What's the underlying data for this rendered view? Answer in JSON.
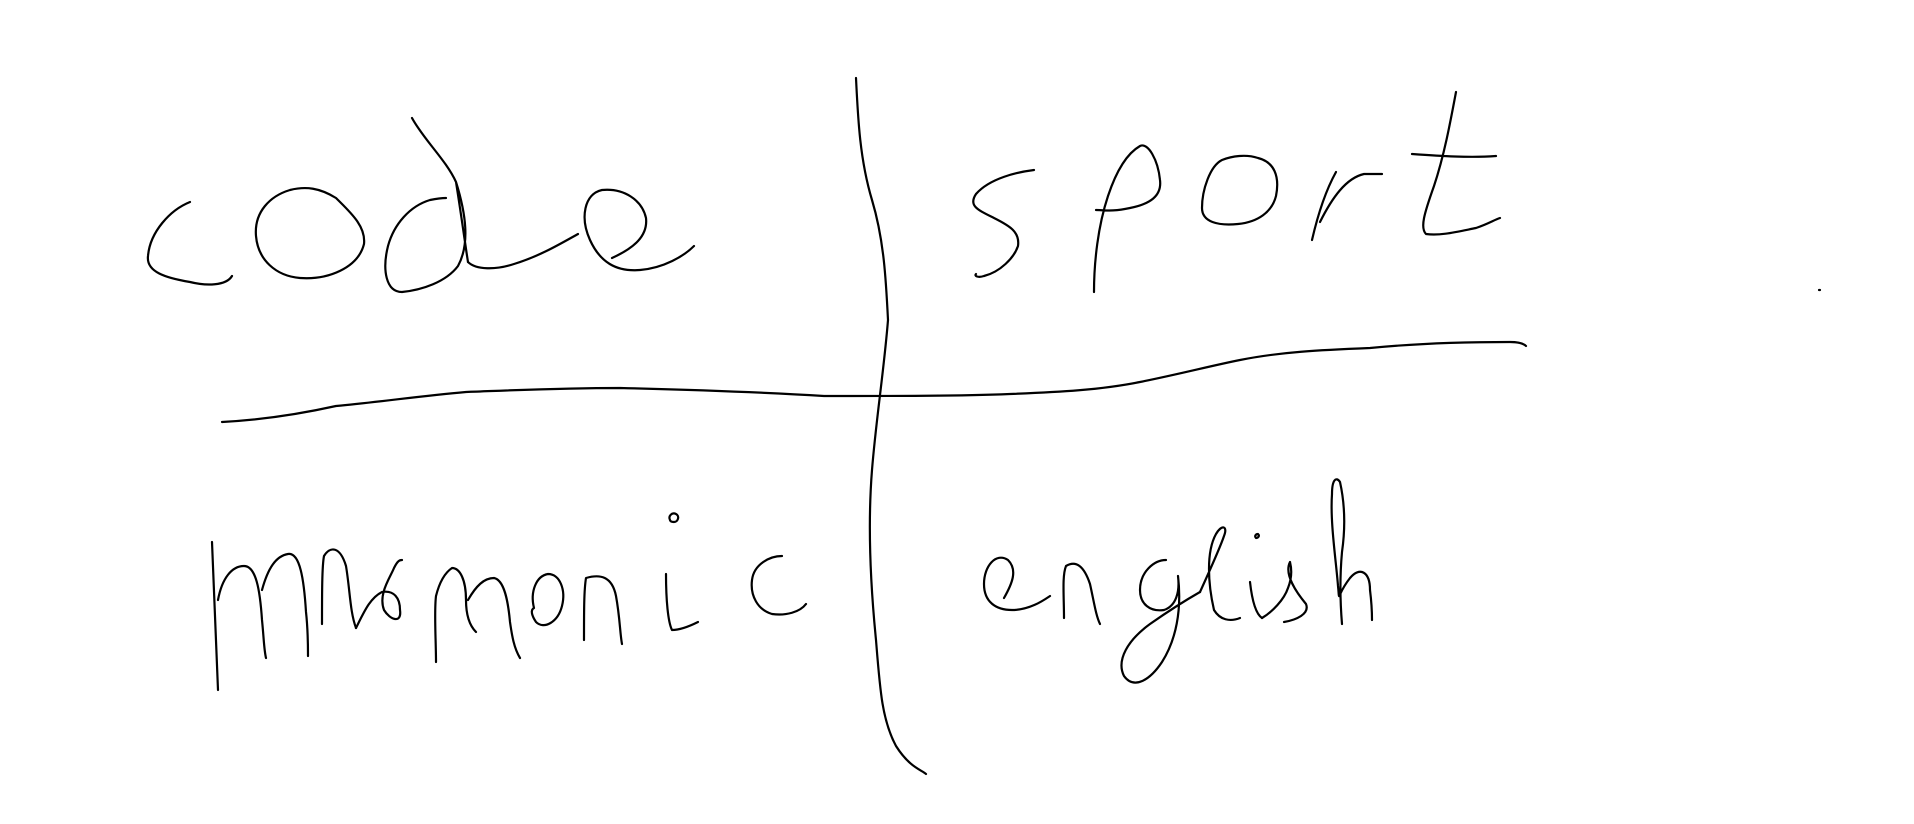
{
  "drawing": {
    "ink_color": "#000000",
    "background_color": "#ffffff",
    "quadrants": {
      "top_left": {
        "word": "code"
      },
      "top_right": {
        "word": "sport"
      },
      "bottom_left": {
        "word": "mnemonic"
      },
      "bottom_right": {
        "word": "english"
      }
    }
  }
}
